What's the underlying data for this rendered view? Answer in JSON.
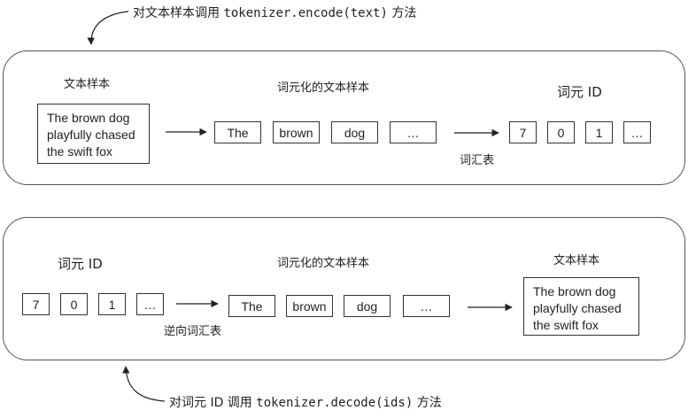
{
  "encode": {
    "caption_prefix": "对文本样本调用",
    "caption_code": "tokenizer.encode(text)",
    "caption_suffix": "方法",
    "sample_label": "文本样本",
    "sample_lines": [
      "The brown dog",
      "playfully chased",
      "the swift fox"
    ],
    "tokenized_label": "词元化的文本样本",
    "tokens": [
      "The",
      "brown",
      "dog",
      "…"
    ],
    "vocab_label": "词汇表",
    "ids_label": "词元 ID",
    "ids": [
      "7",
      "0",
      "1",
      "…"
    ]
  },
  "decode": {
    "caption_prefix": "对词元 ID 调用",
    "caption_code": "tokenizer.decode(ids)",
    "caption_suffix": "方法",
    "ids_label": "词元 ID",
    "ids": [
      "7",
      "0",
      "1",
      "…"
    ],
    "inverse_vocab_label": "逆向词汇表",
    "tokenized_label": "词元化的文本样本",
    "tokens": [
      "The",
      "brown",
      "dog",
      "…"
    ],
    "sample_label": "文本样本",
    "sample_lines": [
      "The brown dog",
      "playfully chased",
      "the swift fox"
    ]
  }
}
